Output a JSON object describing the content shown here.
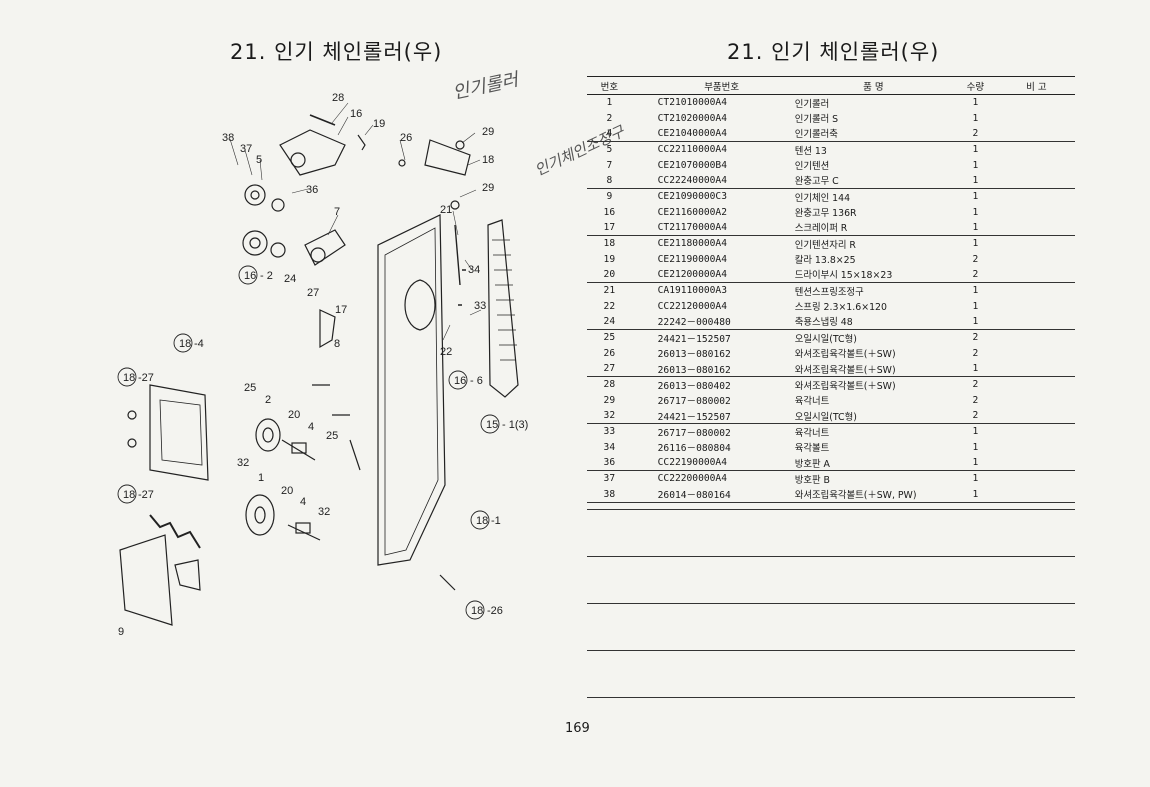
{
  "titles": {
    "left": "21. 인기 체인롤러(우)",
    "right": "21. 인기 체인롤러(우)"
  },
  "handwriting": {
    "note1": "인기롤러",
    "note2": "인기체인조정구"
  },
  "table": {
    "headers": {
      "no": "번호",
      "part_no": "부품번호",
      "name": "품    명",
      "qty": "수량",
      "remark": "비  고"
    },
    "rows": [
      {
        "no": "1",
        "part_no": "CT21010000A4",
        "name": "인기롤러",
        "qty": "1",
        "group_start": true
      },
      {
        "no": "2",
        "part_no": "CT21020000A4",
        "name": "인기롤러 S",
        "qty": "1"
      },
      {
        "no": "4",
        "part_no": "CE21040000A4",
        "name": "인기롤러축",
        "qty": "2"
      },
      {
        "no": "5",
        "part_no": "CC22110000A4",
        "name": "텐션 13",
        "qty": "1",
        "group_start": true
      },
      {
        "no": "7",
        "part_no": "CE21070000B4",
        "name": "인기텐션",
        "qty": "1"
      },
      {
        "no": "8",
        "part_no": "CC22240000A4",
        "name": "완충고무 C",
        "qty": "1"
      },
      {
        "no": "9",
        "part_no": "CE21090000C3",
        "name": "인기체인 144",
        "qty": "1",
        "group_start": true
      },
      {
        "no": "16",
        "part_no": "CE21160000A2",
        "name": "완충고무 136R",
        "qty": "1"
      },
      {
        "no": "17",
        "part_no": "CT21170000A4",
        "name": "스크레이퍼 R",
        "qty": "1"
      },
      {
        "no": "18",
        "part_no": "CE21180000A4",
        "name": "인기텐션자리 R",
        "qty": "1",
        "group_start": true
      },
      {
        "no": "19",
        "part_no": "CE21190000A4",
        "name": "칼라 13.8×25",
        "qty": "2"
      },
      {
        "no": "20",
        "part_no": "CE21200000A4",
        "name": "드라이부시 15×18×23",
        "qty": "2"
      },
      {
        "no": "21",
        "part_no": "CA19110000A3",
        "name": "텐션스프링조정구",
        "qty": "1",
        "group_start": true
      },
      {
        "no": "22",
        "part_no": "CC22120000A4",
        "name": "스프링 2.3×1.6×120",
        "qty": "1"
      },
      {
        "no": "24",
        "part_no": "22242－000480",
        "name": "축용스냅링 48",
        "qty": "1"
      },
      {
        "no": "25",
        "part_no": "24421－152507",
        "name": "오일시일(TC형)",
        "qty": "2",
        "group_start": true
      },
      {
        "no": "26",
        "part_no": "26013－080162",
        "name": "와셔조립육각볼트(＋SW)",
        "qty": "2"
      },
      {
        "no": "27",
        "part_no": "26013－080162",
        "name": "와셔조립육각볼트(＋SW)",
        "qty": "1"
      },
      {
        "no": "28",
        "part_no": "26013－080402",
        "name": "와셔조립육각볼트(＋SW)",
        "qty": "2",
        "group_start": true
      },
      {
        "no": "29",
        "part_no": "26717－080002",
        "name": "육각너트",
        "qty": "2"
      },
      {
        "no": "32",
        "part_no": "24421－152507",
        "name": "오일시일(TC형)",
        "qty": "2"
      },
      {
        "no": "33",
        "part_no": "26717－080002",
        "name": "육각너트",
        "qty": "1",
        "group_start": true
      },
      {
        "no": "34",
        "part_no": "26116－080804",
        "name": "육각볼트",
        "qty": "1"
      },
      {
        "no": "36",
        "part_no": "CC22190000A4",
        "name": "방호판 A",
        "qty": "1"
      },
      {
        "no": "37",
        "part_no": "CC22200000A4",
        "name": "방호판 B",
        "qty": "1",
        "group_start": true
      },
      {
        "no": "38",
        "part_no": "26014－080164",
        "name": "와셔조립육각볼트(＋SW, PW)",
        "qty": "1",
        "last": true
      }
    ]
  },
  "diagram_labels": [
    "28",
    "16",
    "19",
    "26",
    "29",
    "18",
    "29",
    "38",
    "37",
    "5",
    "36",
    "7",
    "21",
    "34",
    "33",
    "22",
    "27",
    "17",
    "8",
    "25",
    "2",
    "20",
    "4",
    "25",
    "32",
    "1",
    "20",
    "4",
    "32",
    "9"
  ],
  "diagram_callouts": [
    "18",
    "-4",
    "18",
    "-27",
    "18",
    "-27",
    "16",
    "- 2",
    "24",
    "16",
    "- 6",
    "15",
    "- 1(3)",
    "18",
    "-1",
    "18",
    "-26"
  ],
  "page_number": "169"
}
